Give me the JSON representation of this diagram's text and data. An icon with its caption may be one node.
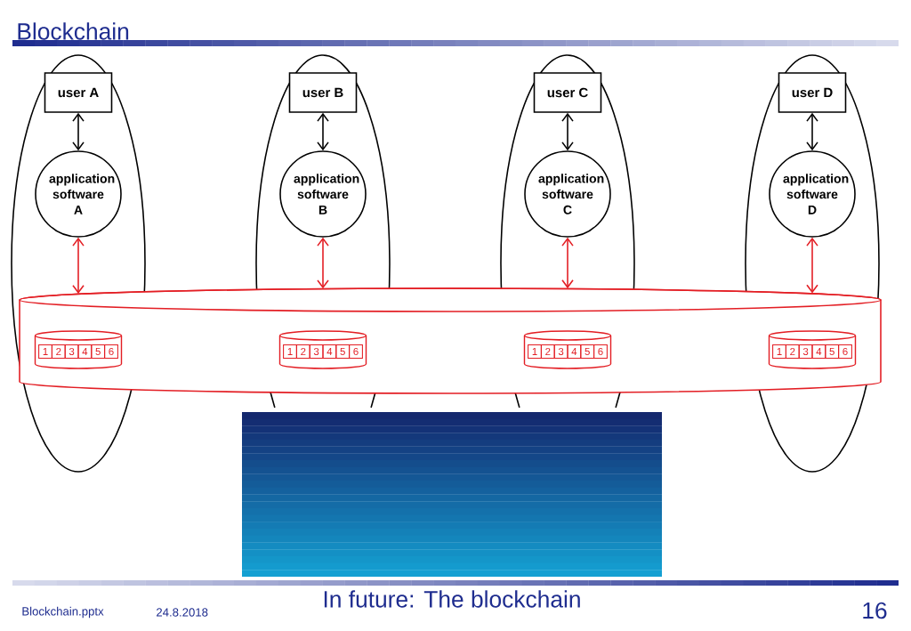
{
  "diagram": {
    "title": "Blockchain",
    "caption": "In future: The blockchain",
    "nodes": [
      {
        "text": [],
        "shape": "ellipse"
      },
      {
        "text": [
          "user A"
        ],
        "in": 0
      },
      {
        "text": [
          "application software A"
        ],
        "in": 0
      },
      {
        "text": [],
        "shape": "ellipse"
      },
      {
        "text": [
          "user B"
        ],
        "in": 3
      },
      {
        "text": [
          "application software B"
        ],
        "in": 3
      },
      {
        "text": [],
        "shape": "ellipse"
      },
      {
        "text": [
          "user C"
        ],
        "in": 6
      },
      {
        "text": [
          "application software C"
        ],
        "in": 6
      },
      {
        "text": [],
        "shape": "ellipse"
      },
      {
        "text": [
          "user D"
        ],
        "in": 9
      },
      {
        "text": [
          "application software D"
        ],
        "in": 9
      },
      {
        "text": [],
        "shape": "cylinder"
      },
      {
        "text": [
          "1",
          "2",
          "3",
          "4",
          "5",
          "6"
        ]
      },
      {
        "text": [
          "1",
          "2",
          "3",
          "4",
          "5",
          "6"
        ]
      },
      {
        "text": [
          "1",
          "2",
          "3",
          "4",
          "5",
          "6"
        ]
      },
      {
        "text": [
          "1",
          "2",
          "3",
          "4",
          "5",
          "6"
        ]
      }
    ],
    "edges": [
      {
        "from": 1,
        "to": 2,
        "arrow": "both"
      },
      {
        "from": 2,
        "to": 12,
        "arrow": "both",
        "color": "#e31e24"
      },
      {
        "from": 4,
        "to": 5,
        "arrow": "both"
      },
      {
        "from": 5,
        "to": 12,
        "arrow": "both",
        "color": "#e31e24"
      },
      {
        "from": 7,
        "to": 8,
        "arrow": "both"
      },
      {
        "from": 8,
        "to": 12,
        "arrow": "both",
        "color": "#e31e24"
      },
      {
        "from": 10,
        "to": 11,
        "arrow": "both"
      },
      {
        "from": 11,
        "to": 12,
        "arrow": "both",
        "color": "#e31e24"
      }
    ],
    "labels": [
      "Blockchain.pptx",
      "24.8.2018",
      "16"
    ]
  }
}
